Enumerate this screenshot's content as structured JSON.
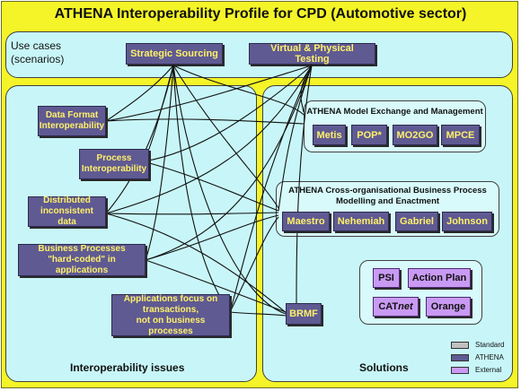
{
  "title": "ATHENA Interoperability Profile for CPD (Automotive sector)",
  "use_cases": {
    "label": "Use cases\n(scenarios)",
    "items": [
      "Strategic Sourcing",
      "Virtual & Physical Testing"
    ]
  },
  "issues": {
    "label": "Interoperability issues",
    "items": [
      "Data Format\nInteroperability",
      "Process\nInteroperability",
      "Distributed\ninconsistent data",
      "Business Processes\n\"hard-coded\" in applications",
      "Applications focus on\ntransactions,\nnot on business processes"
    ]
  },
  "solutions": {
    "label": "Solutions",
    "model_exchange": {
      "title": "ATHENA Model Exchange and Management",
      "items": [
        "Metis",
        "POP*",
        "MO2GO",
        "MPCE"
      ]
    },
    "business_process": {
      "title": "ATHENA Cross-organisational Business Process\nModelling and Enactment",
      "items": [
        "Maestro",
        "Nehemiah",
        "Gabriel",
        "Johnson"
      ]
    },
    "brmf": "BRMF",
    "external": {
      "items": [
        "PSI",
        "Action Plan",
        "CAT",
        "Orange"
      ],
      "cat_suffix": "net"
    }
  },
  "legend": {
    "items": [
      {
        "label": "Standard",
        "color": "#c0c0c0"
      },
      {
        "label": "ATHENA",
        "color": "#5f5a92"
      },
      {
        "label": "External",
        "color": "#c99af3"
      }
    ]
  }
}
